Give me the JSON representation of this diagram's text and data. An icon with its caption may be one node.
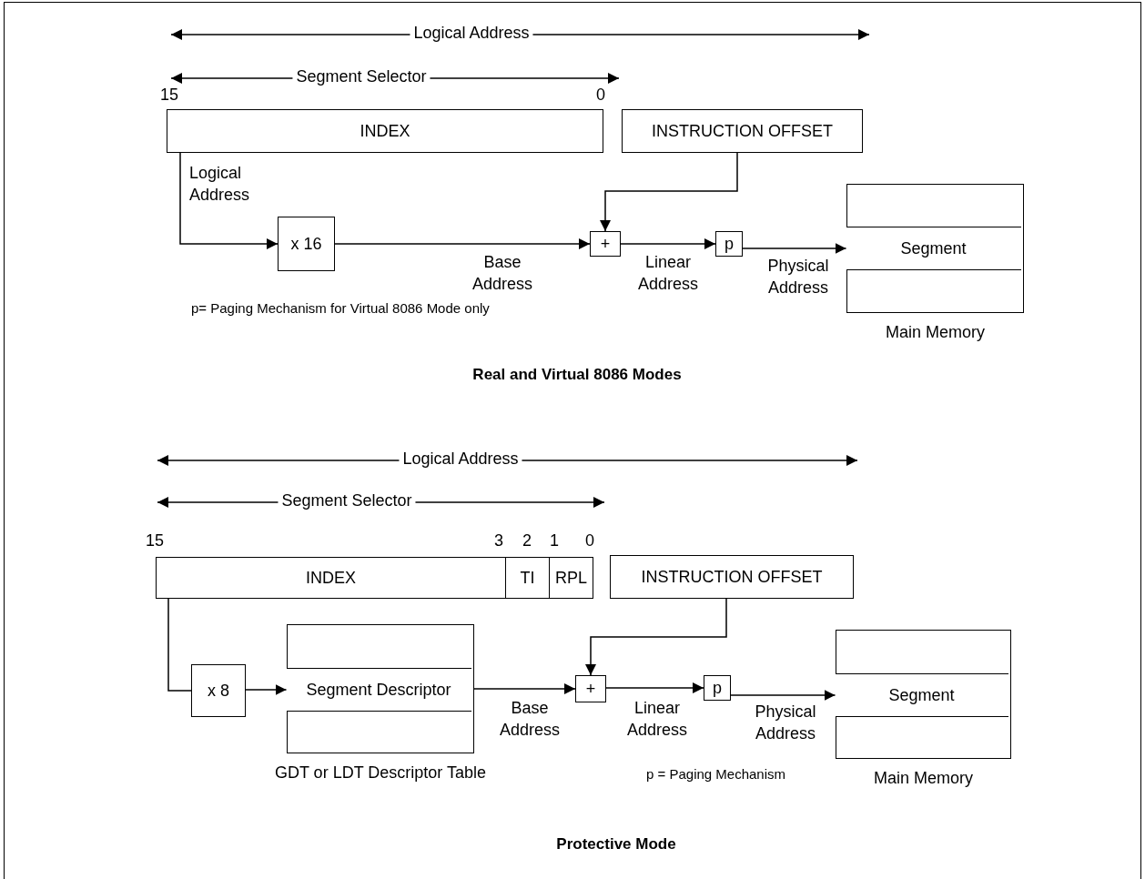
{
  "diagram": {
    "nodes": [
      {
        "text": [
          "INDEX"
        ]
      },
      {
        "text": [
          "INSTRUCTION OFFSET"
        ]
      },
      {
        "text": [
          "x 16"
        ]
      },
      {
        "text": [
          "+"
        ]
      },
      {
        "text": [
          "p"
        ]
      },
      {
        "text": [
          "Main Memory"
        ]
      },
      {
        "text": [
          "Segment"
        ],
        "in": 5
      },
      {
        "text": [
          "INDEX"
        ]
      },
      {
        "text": [
          "TI"
        ]
      },
      {
        "text": [
          "RPL"
        ]
      },
      {
        "text": [
          "INSTRUCTION OFFSET"
        ]
      },
      {
        "text": [
          "x 8"
        ]
      },
      {
        "text": [
          "GDT or LDT Descriptor Table"
        ]
      },
      {
        "text": [
          "Segment Descriptor"
        ],
        "in": 12
      },
      {
        "text": [
          "+"
        ]
      },
      {
        "text": [
          "p"
        ]
      },
      {
        "text": [
          "Main Memory"
        ]
      },
      {
        "text": [
          "Segment"
        ],
        "in": 16
      }
    ],
    "edges": [
      {
        "from": 0,
        "to": 2,
        "arrow": "to",
        "label": "Logical Address"
      },
      {
        "from": 2,
        "to": 3,
        "arrow": "to",
        "label": "Base Address"
      },
      {
        "from": 1,
        "to": 3,
        "arrow": "to"
      },
      {
        "from": 3,
        "to": 4,
        "arrow": "to",
        "label": "Linear Address"
      },
      {
        "from": 4,
        "to": 6,
        "arrow": "to",
        "label": "Physical Address"
      },
      {
        "from": 7,
        "to": 11,
        "arrow": "none"
      },
      {
        "from": 11,
        "to": 13,
        "arrow": "to"
      },
      {
        "from": 13,
        "to": 14,
        "arrow": "to",
        "label": "Base Address"
      },
      {
        "from": 10,
        "to": 14,
        "arrow": "to"
      },
      {
        "from": 14,
        "to": 15,
        "arrow": "to",
        "label": "Linear Address"
      },
      {
        "from": 15,
        "to": 17,
        "arrow": "to",
        "label": "Physical Address"
      }
    ],
    "labels": [
      "Logical Address",
      "Segment Selector",
      "15",
      "0",
      "p= Paging Mechanism for Virtual 8086 Mode only",
      "Real and Virtual 8086 Modes",
      "Logical Address",
      "Segment Selector",
      "15",
      "3",
      "2",
      "1",
      "0",
      "p = Paging Mechanism",
      "Protective Mode"
    ]
  }
}
